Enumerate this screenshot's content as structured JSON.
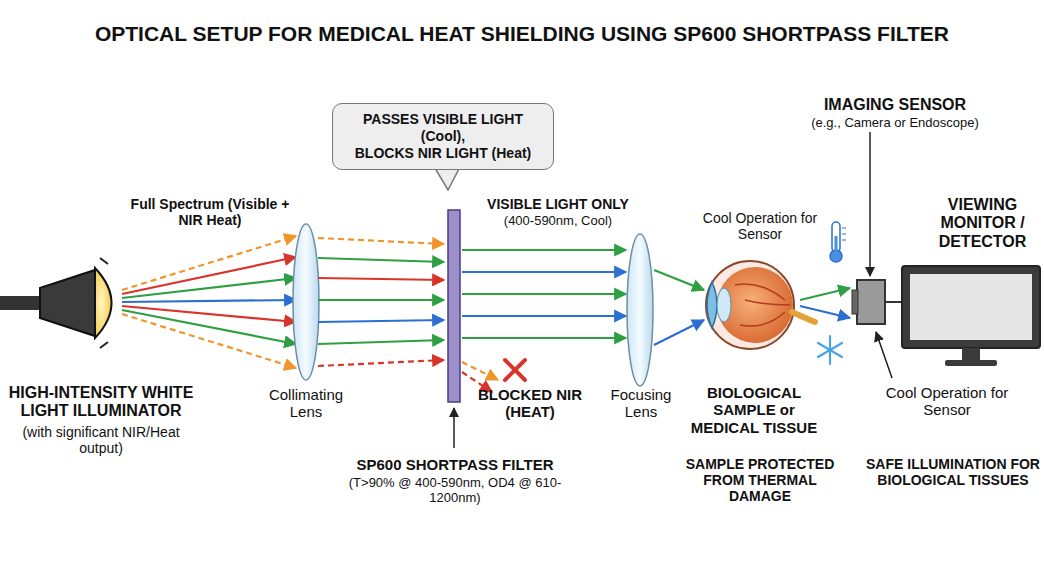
{
  "diagram": {
    "title": "OPTICAL SETUP FOR MEDICAL HEAT SHIELDING USING SP600 SHORTPASS FILTER",
    "nodes": [
      {
        "text": [
          "PASSES VISIBLE LIGHT (Cool),",
          "BLOCKS NIR LIGHT (Heat)"
        ]
      }
    ],
    "labels": [
      "Full Spectrum (Visible + NIR Heat)",
      "VISIBLE LIGHT ONLY",
      "(400-590nm, Cool)",
      "IMAGING SENSOR",
      "(e.g., Camera or Endoscope)",
      "VIEWING MONITOR / DETECTOR",
      "Cool Operation for Sensor",
      "HIGH-INTENSITY WHITE LIGHT ILLUMINATOR",
      "(with significant NIR/Heat output)",
      "Collimating Lens",
      "BLOCKED NIR (HEAT)",
      "Focusing Lens",
      "BIOLOGICAL SAMPLE or MEDICAL TISSUE",
      "Cool Operation for Sensor",
      "SP600 SHORTPASS FILTER",
      "(T>90% @ 400-590nm, OD4 @ 610-1200nm)",
      "SAMPLE PROTECTED FROM THERMAL DAMAGE",
      "SAFE ILLUMINATION FOR BIOLOGICAL TISSUES"
    ]
  }
}
